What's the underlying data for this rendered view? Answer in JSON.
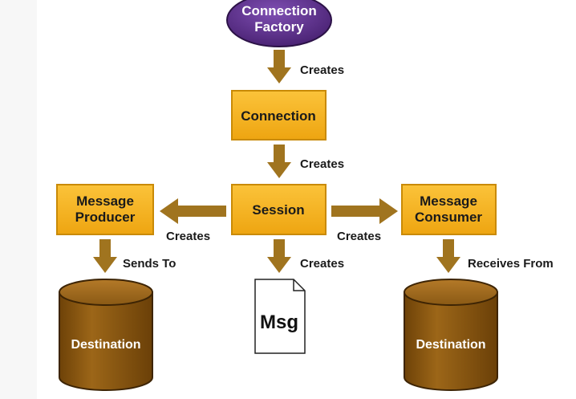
{
  "diagram": {
    "connection_factory": [
      "Connection",
      "Factory"
    ],
    "connection": "Connection",
    "session": "Session",
    "message_producer": [
      "Message",
      "Producer"
    ],
    "message_consumer": [
      "Message",
      "Consumer"
    ],
    "msg": "Msg",
    "destination_left": "Destination",
    "destination_right": "Destination",
    "edges": {
      "factory_to_connection": "Creates",
      "connection_to_session": "Creates",
      "session_to_producer": "Creates",
      "session_to_consumer": "Creates",
      "session_to_msg": "Creates",
      "producer_to_destination": "Sends To",
      "consumer_to_destination": "Receives From"
    }
  },
  "colors": {
    "box_fill": "#f4b41c",
    "box_border": "#c98a06",
    "oval_fill": "#5a2d86",
    "arrow": "#a0741f",
    "db_fill": "#8a5a15"
  }
}
